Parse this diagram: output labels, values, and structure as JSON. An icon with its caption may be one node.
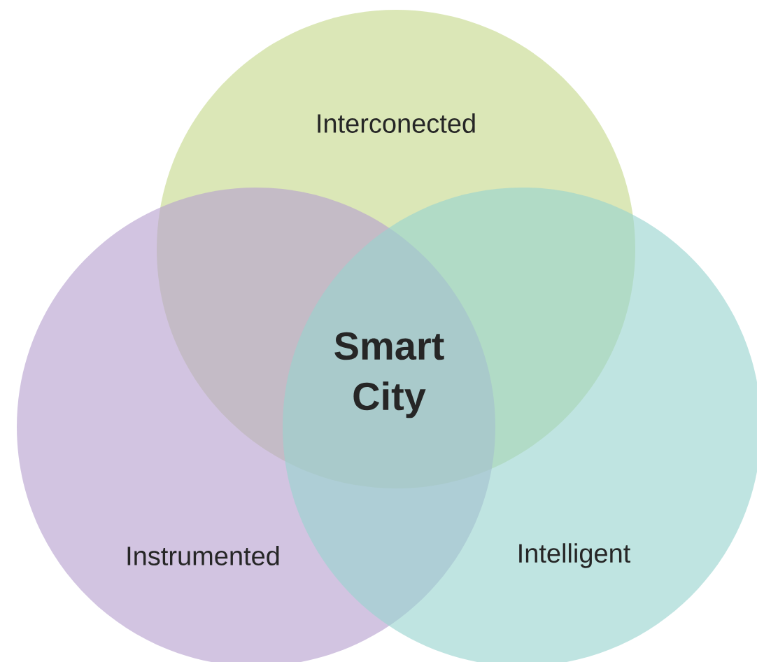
{
  "diagram": {
    "nodes": [
      {
        "text": [
          "Interconected"
        ]
      },
      {
        "text": [
          "Instrumented"
        ]
      },
      {
        "text": [
          "Intelligent"
        ]
      }
    ],
    "labels": [
      "Smart City"
    ]
  }
}
